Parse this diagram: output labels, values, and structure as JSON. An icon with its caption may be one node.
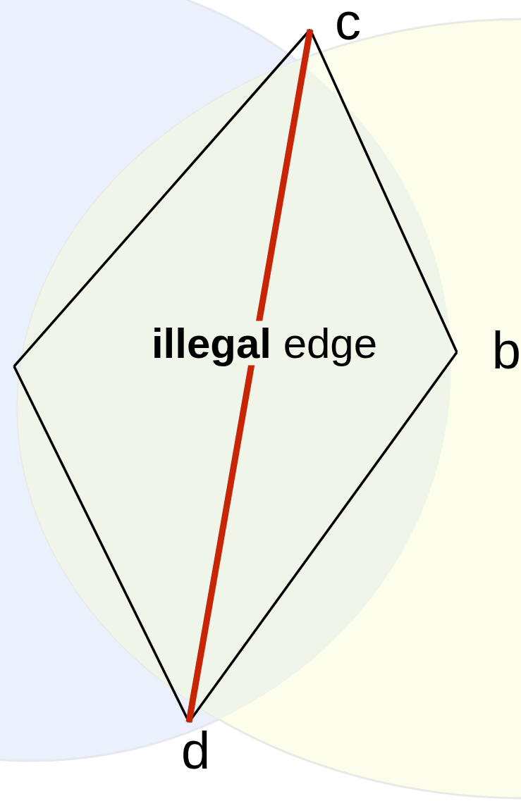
{
  "diagram": {
    "nodes": [
      {
        "text": [
          "c"
        ]
      },
      {
        "text": [
          "b"
        ]
      },
      {
        "text": [
          "d"
        ]
      },
      {
        "text": [],
        "shape": "point"
      }
    ],
    "edges": [
      {
        "from": 3,
        "to": 0,
        "arrow": "none"
      },
      {
        "from": 0,
        "to": 1,
        "arrow": "none"
      },
      {
        "from": 1,
        "to": 2,
        "arrow": "none"
      },
      {
        "from": 2,
        "to": 3,
        "arrow": "none"
      },
      {
        "from": 0,
        "to": 2,
        "arrow": "none",
        "label": "**illegal** edge",
        "style": "thick",
        "color": "#c82506"
      }
    ]
  }
}
